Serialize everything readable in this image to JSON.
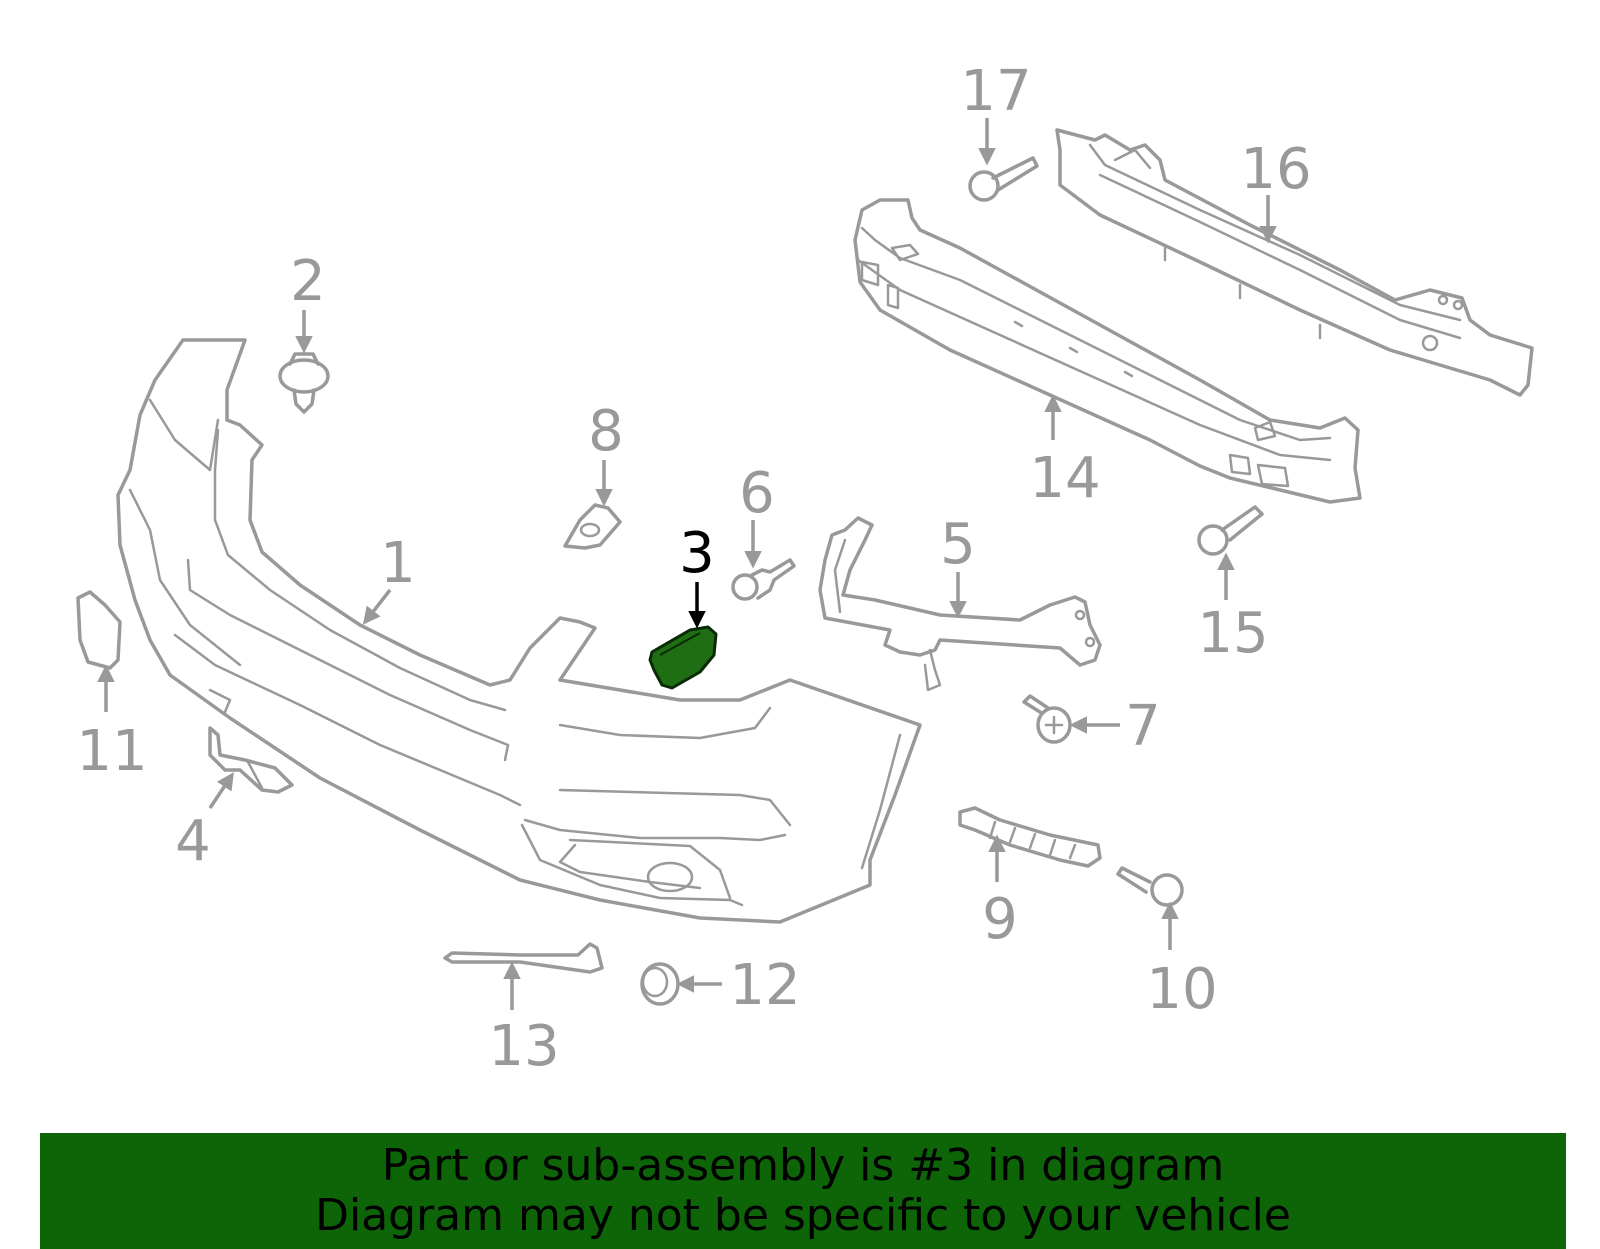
{
  "diagram": {
    "highlight_part": "3",
    "highlight_color": "#1f6e14",
    "line_color": "#999999",
    "callouts": {
      "p1": "1",
      "p2": "2",
      "p3": "3",
      "p4": "4",
      "p5": "5",
      "p6": "6",
      "p7": "7",
      "p8": "8",
      "p9": "9",
      "p10": "10",
      "p11": "11",
      "p12": "12",
      "p13": "13",
      "p14": "14",
      "p15": "15",
      "p16": "16",
      "p17": "17"
    }
  },
  "banner": {
    "background": "#0e6508",
    "line1": "Part or sub-assembly is #3 in diagram",
    "line2": "Diagram may not be specific to your vehicle"
  }
}
